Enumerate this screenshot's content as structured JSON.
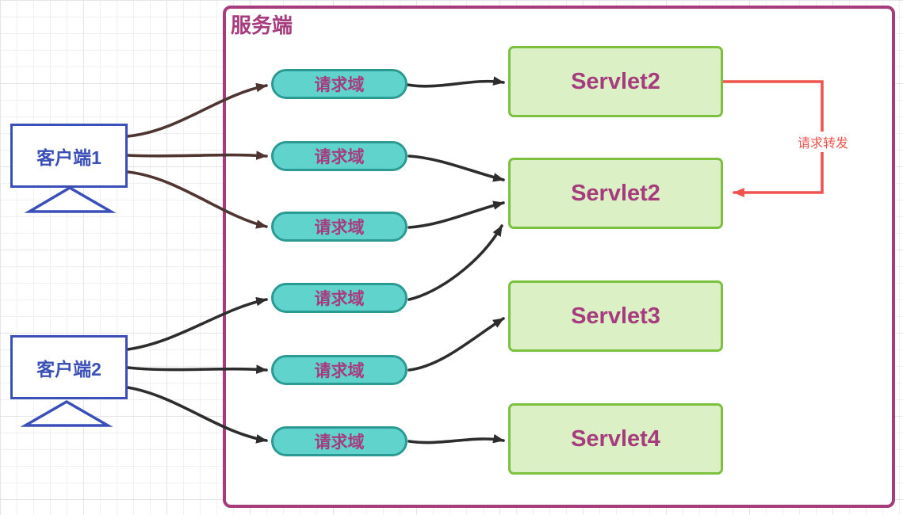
{
  "diagram": {
    "server": {
      "label": "服务端"
    },
    "clients": [
      {
        "label": "客户端1"
      },
      {
        "label": "客户端2"
      }
    ],
    "pills": [
      {
        "label": "请求域"
      },
      {
        "label": "请求域"
      },
      {
        "label": "请求域"
      },
      {
        "label": "请求域"
      },
      {
        "label": "请求域"
      },
      {
        "label": "请求域"
      }
    ],
    "servlets": [
      {
        "label": "Servlet2"
      },
      {
        "label": "Servlet2"
      },
      {
        "label": "Servlet3"
      },
      {
        "label": "Servlet4"
      }
    ],
    "forward": {
      "label": "请求转发"
    }
  },
  "colors": {
    "magenta": "#a63c7e",
    "client_blue": "#3a4fb8",
    "pill_fill": "#5fd3cc",
    "pill_border": "#2a9a93",
    "servlet_fill": "#dbf0c5",
    "servlet_border": "#7cc03f",
    "arrow_brown": "#4e3531",
    "arrow_black": "#2d2d2d",
    "arrow_red": "#f0534e",
    "grid_minor": "#eef0f3",
    "grid_major": "#e4e5ea"
  }
}
